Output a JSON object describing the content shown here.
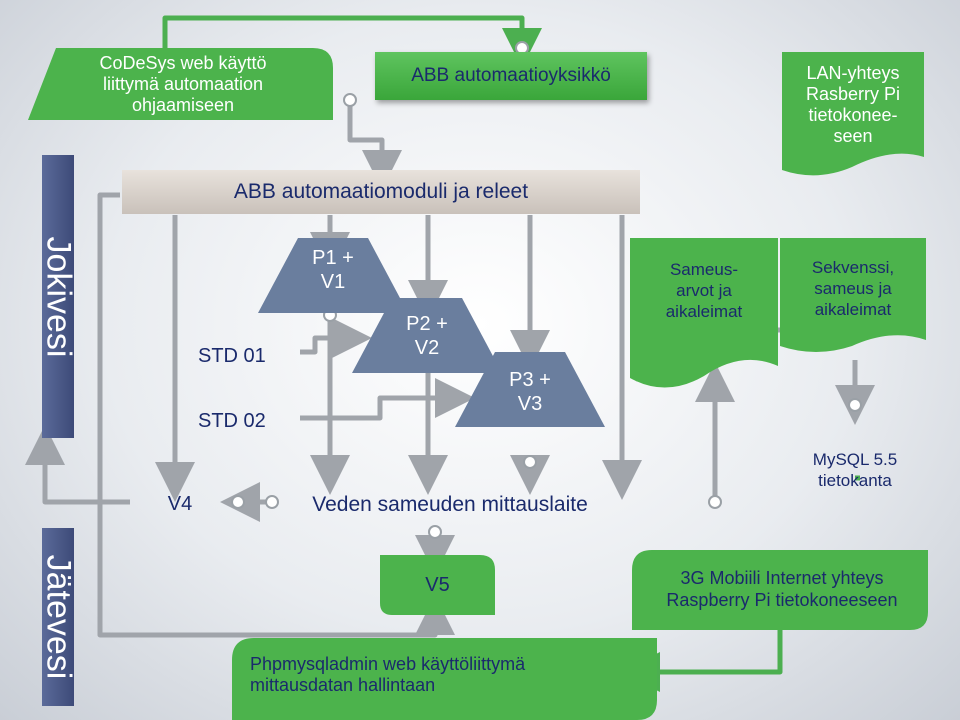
{
  "side_labels": {
    "top": "Jokivesi",
    "bottom": "Jätevesi"
  },
  "nodes": {
    "codesys": "CoDeSys web käyttö\nliittymä automaation\nohjaamiseen",
    "abb_unit": "ABB automaatioyksikkö",
    "lan": "LAN-yhteys\nRasberry Pi\ntietokonee-\nseen",
    "abb_module": "ABB automaatiomoduli ja releet",
    "p1v1": "P1 +\nV1",
    "p2v2": "P2 +\nV2",
    "p3v3": "P3 +\nV3",
    "std01": "STD 01",
    "std02": "STD 02",
    "sameus_doc": "Sameus-\narvot ja\naikaleimat",
    "sekvenssi_doc": "Sekvenssi,\nsameus ja\naikaleimat",
    "mysql": "MySQL 5.5\ntietokanta",
    "v4": "V4",
    "mittauslaite": "Veden sameuden mittauslaite",
    "v5": "V5",
    "mobile": "3G Mobiili  Internet yhteys\nRaspberry Pi tietokoneeseen",
    "phpmyadmin": "Phpmysqladmin web käyttöliittymä\nmittausdatan hallintaan"
  },
  "colors": {
    "green": "#4cb34c",
    "arrow": "#9aa0a6",
    "arrow_green": "#4caf50",
    "text": "#1a2a6c",
    "sidebar": "#4a5785"
  }
}
